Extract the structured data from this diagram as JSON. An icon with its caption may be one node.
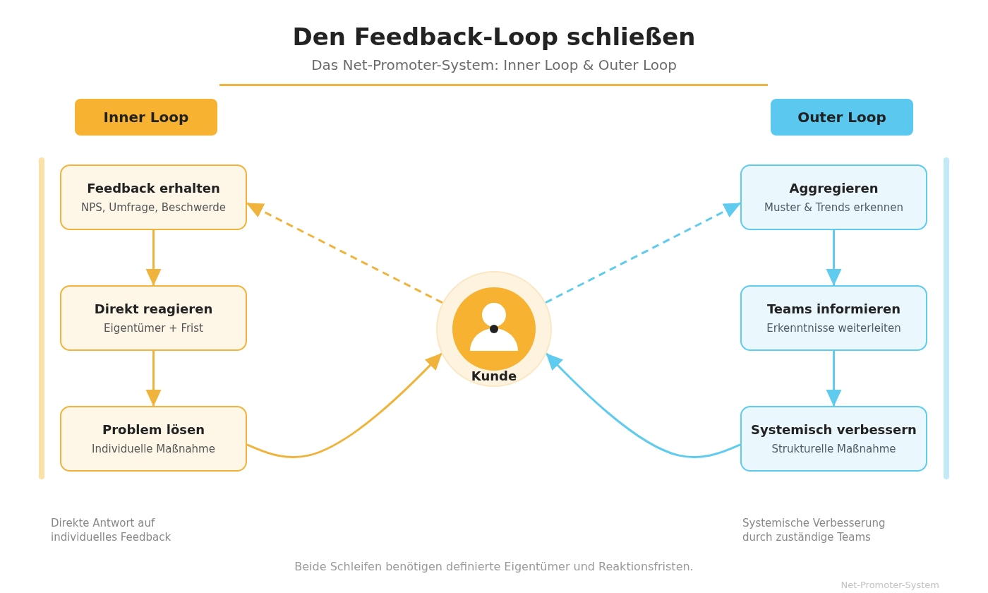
{
  "diagram": {
    "title": "Den Feedback-Loop schließen",
    "nodes": [
      {
        "text": [
          "Inner Loop"
        ]
      },
      {
        "text": [
          "Outer Loop"
        ]
      },
      {
        "text": [
          "Feedback erhalten",
          "NPS, Umfrage, Beschwerde"
        ]
      },
      {
        "text": [
          "Direkt reagieren",
          "Eigentümer + Frist"
        ]
      },
      {
        "text": [
          "Problem lösen",
          "Individuelle Maßnahme"
        ]
      },
      {
        "text": [
          "Kunde"
        ]
      },
      {
        "text": [
          "Aggregieren",
          "Muster & Trends erkennen"
        ]
      },
      {
        "text": [
          "Teams informieren",
          "Erkenntnisse weiterleiten"
        ]
      },
      {
        "text": [
          "Systemisch verbessern",
          "Strukturelle Maßnahme"
        ]
      }
    ],
    "edges": [
      {
        "from": 2,
        "to": 3,
        "arrow": "to"
      },
      {
        "from": 3,
        "to": 4,
        "arrow": "to"
      },
      {
        "from": 4,
        "to": 5,
        "arrow": "to"
      },
      {
        "from": 5,
        "to": 2,
        "arrow": "to",
        "style": "dashed"
      },
      {
        "from": 5,
        "to": 6,
        "arrow": "to",
        "style": "dashed",
        "color": "#5ecbef"
      },
      {
        "from": 6,
        "to": 7,
        "arrow": "to",
        "color": "#5ecbef"
      },
      {
        "from": 7,
        "to": 8,
        "arrow": "to",
        "color": "#5ecbef"
      },
      {
        "from": 8,
        "to": 5,
        "arrow": "to",
        "color": "#5ecbef"
      }
    ],
    "labels": [
      "Das Net-Promoter-System: Inner Loop & Outer Loop",
      "Direkte Antwort auf individuelles Feedback",
      "Systemische Verbesserung durch zuständige Teams",
      "Beide Schleifen benötigen definierte Eigentümer und Reaktionsfristen.",
      "Net-Promoter-System"
    ]
  }
}
